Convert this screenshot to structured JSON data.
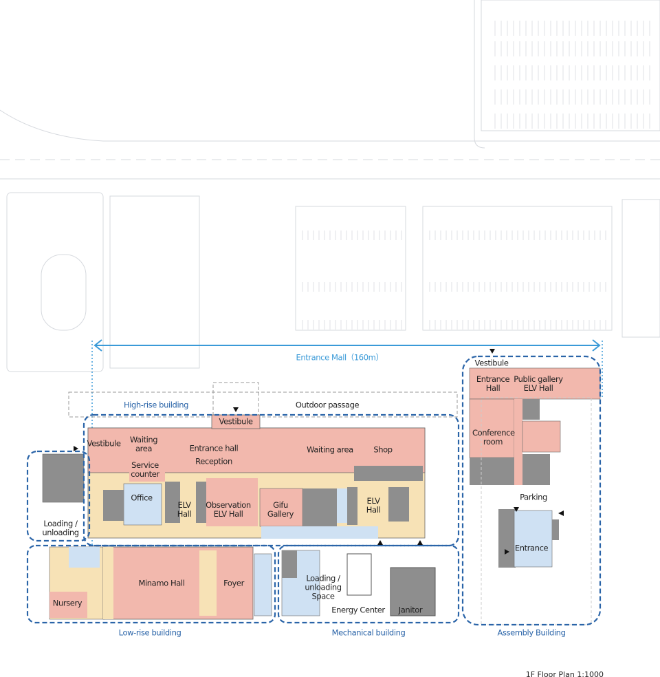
{
  "title": "1F Floor Plan 1:1000",
  "entrance_mall": "Entrance Mall（160m）",
  "zones": {
    "high_rise": "High-rise building",
    "low_rise": "Low-rise building",
    "mechanical": "Mechanical building",
    "assembly": "Assembly Building",
    "outdoor_passage": "Outdoor passage"
  },
  "rooms": {
    "vestibule_top": "Vestibule",
    "vestibule_left": "Vestibule",
    "waiting_area_left": "Waiting area",
    "entrance_hall": "Entrance hall",
    "reception": "Reception",
    "waiting_area_right": "Waiting area",
    "shop": "Shop",
    "service_counter": "Service counter",
    "office": "Office",
    "elv_hall_left": "ELV Hall",
    "observation_elv_hall": "Observation ELV Hall",
    "gifu_gallery": "Gifu Gallery",
    "elv_hall_right": "ELV Hall",
    "loading_unloading_left": "Loading / unloading",
    "minamo_hall": "Minamo Hall",
    "foyer": "Foyer",
    "nursery": "Nursery",
    "loading_unloading_space": "Loading / unloading Space",
    "energy_center": "Energy Center",
    "janitor": "Janitor",
    "vestibule_assembly": "Vestibule",
    "entrance_hall_assembly": "Entrance Hall",
    "public_gallery": "Public gallery ELV Hall",
    "conference_room": "Conference room",
    "parking": "Parking",
    "entrance": "Entrance"
  },
  "colors": {
    "public": "#f2b8ad",
    "circulation": "#f7e2b6",
    "office": "#cfe1f3",
    "service": "#8e8e8e",
    "zone_outline": "#2a64a8",
    "mall_arrow": "#3a9ad8"
  }
}
